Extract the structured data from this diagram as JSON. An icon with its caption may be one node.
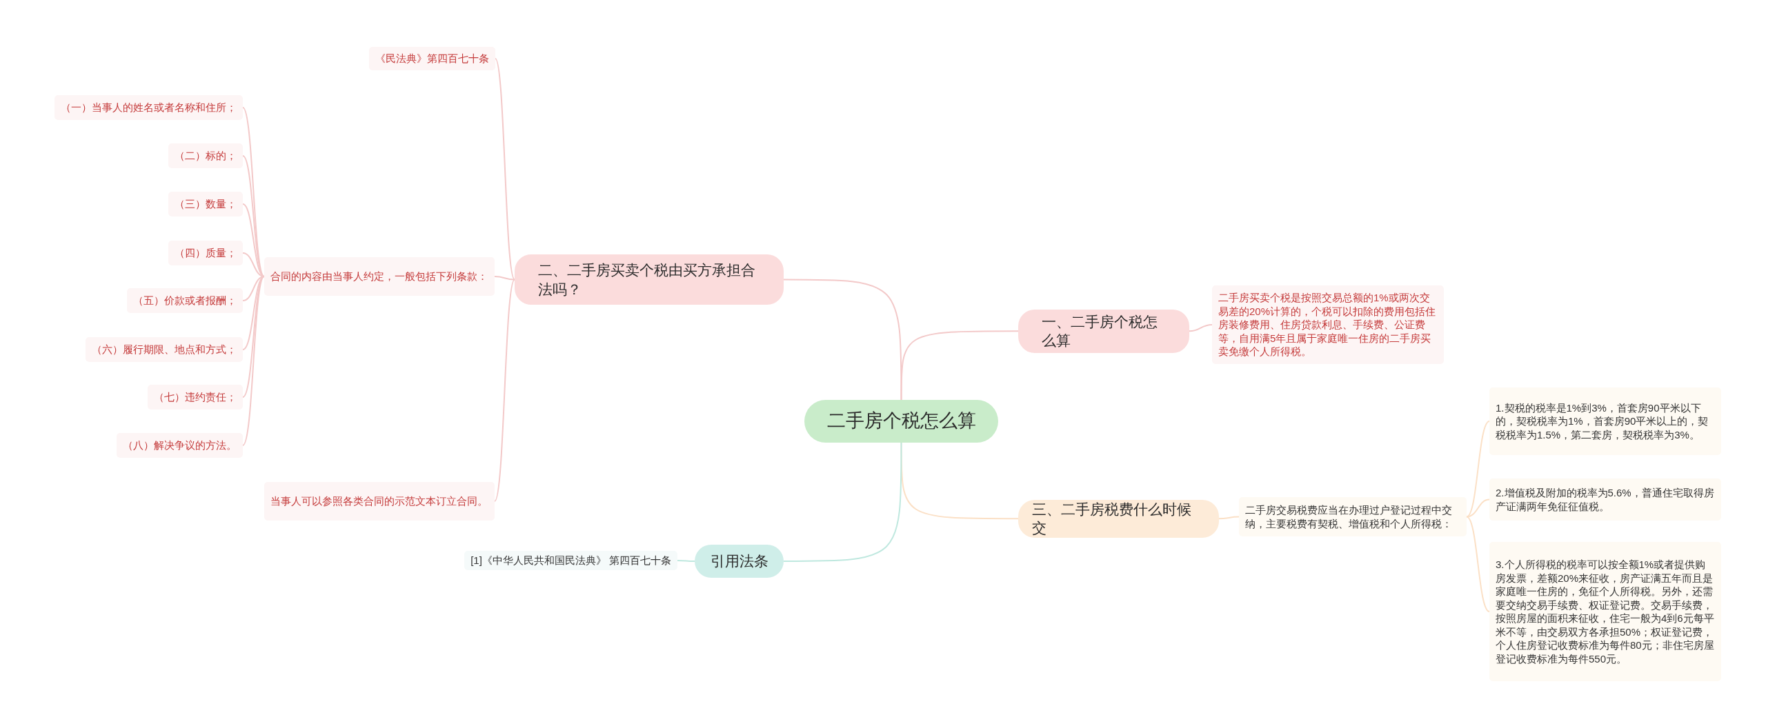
{
  "diagram": {
    "nodes": [
      {
        "text": [
          "二手房个税怎么算"
        ]
      },
      {
        "text": [
          "一、二手房个税怎么算"
        ]
      },
      {
        "text": [
          "二手房买卖个税是按照交易总额的1%或两次交易差的20%计算的，个税可以扣除的费用包括住房装修费用、住房贷款利息、手续费、公证费等，自用满5年且属于家庭唯一住房的二手房买卖免缴个人所得税。"
        ]
      },
      {
        "text": [
          "三、二手房税费什么时候交"
        ]
      },
      {
        "text": [
          "二手房交易税费应当在办理过户登记过程中交纳，主要税费有契税、增值税和个人所得税："
        ]
      },
      {
        "text": [
          "1.契税的税率是1%到3%，首套房90平米以下的，契税税率为1%，首套房90平米以上的，契税税率为1.5%，第二套房，契税税率为3%。"
        ]
      },
      {
        "text": [
          "2.增值税及附加的税率为5.6%，普通住宅取得房产证满两年免征征值税。"
        ]
      },
      {
        "text": [
          "3.个人所得税的税率可以按全额1%或者提供购房发票，差额20%来征收，房产证满五年而且是家庭唯一住房的，免征个人所得税。另外，还需要交纳交易手续费、权证登记费。交易手续费，按照房屋的面积来征收，住宅一般为4到6元每平米不等，由交易双方各承担50%；权证登记费，个人住房登记收费标准为每件80元；非住宅房屋登记收费标准为每件550元。"
        ]
      },
      {
        "text": [
          "二、二手房买卖个税由买方承担合法吗？"
        ]
      },
      {
        "text": [
          "《民法典》第四百七十条"
        ]
      },
      {
        "text": [
          "合同的内容由当事人约定，一般包括下列条款："
        ]
      },
      {
        "text": [
          "（一）当事人的姓名或者名称和住所；"
        ]
      },
      {
        "text": [
          "（二）标的；"
        ]
      },
      {
        "text": [
          "（三）数量；"
        ]
      },
      {
        "text": [
          "（四）质量；"
        ]
      },
      {
        "text": [
          "（五）价款或者报酬；"
        ]
      },
      {
        "text": [
          "（六）履行期限、地点和方式；"
        ]
      },
      {
        "text": [
          "（七）违约责任；"
        ]
      },
      {
        "text": [
          "（八）解决争议的方法。"
        ]
      },
      {
        "text": [
          "当事人可以参照各类合同的示范文本订立合同。"
        ]
      },
      {
        "text": [
          "引用法条"
        ]
      },
      {
        "text": [
          "[1]《中华人民共和国民法典》 第四百七十条"
        ]
      }
    ],
    "edges": [
      {
        "from": 0,
        "to": 1,
        "arrow": "none"
      },
      {
        "from": 1,
        "to": 2,
        "arrow": "none"
      },
      {
        "from": 0,
        "to": 3,
        "arrow": "none",
        "color": "#fbe0c6"
      },
      {
        "from": 3,
        "to": 4,
        "arrow": "none",
        "color": "#fbe0c6"
      },
      {
        "from": 4,
        "to": 5,
        "arrow": "none",
        "color": "#fbe0c6"
      },
      {
        "from": 4,
        "to": 6,
        "arrow": "none",
        "color": "#fbe0c6"
      },
      {
        "from": 4,
        "to": 7,
        "arrow": "none",
        "color": "#fbe0c6"
      },
      {
        "from": 0,
        "to": 8,
        "arrow": "none"
      },
      {
        "from": 8,
        "to": 9,
        "arrow": "none"
      },
      {
        "from": 8,
        "to": 10,
        "arrow": "none"
      },
      {
        "from": 10,
        "to": 11,
        "arrow": "none"
      },
      {
        "from": 10,
        "to": 12,
        "arrow": "none"
      },
      {
        "from": 10,
        "to": 13,
        "arrow": "none"
      },
      {
        "from": 10,
        "to": 14,
        "arrow": "none"
      },
      {
        "from": 10,
        "to": 15,
        "arrow": "none"
      },
      {
        "from": 10,
        "to": 16,
        "arrow": "none"
      },
      {
        "from": 10,
        "to": 17,
        "arrow": "none"
      },
      {
        "from": 10,
        "to": 18,
        "arrow": "none"
      },
      {
        "from": 8,
        "to": 19,
        "arrow": "none"
      },
      {
        "from": 0,
        "to": 20,
        "arrow": "none",
        "color": "#bfe8df"
      },
      {
        "from": 20,
        "to": 21,
        "arrow": "none",
        "color": "#bfe8df"
      }
    ]
  }
}
